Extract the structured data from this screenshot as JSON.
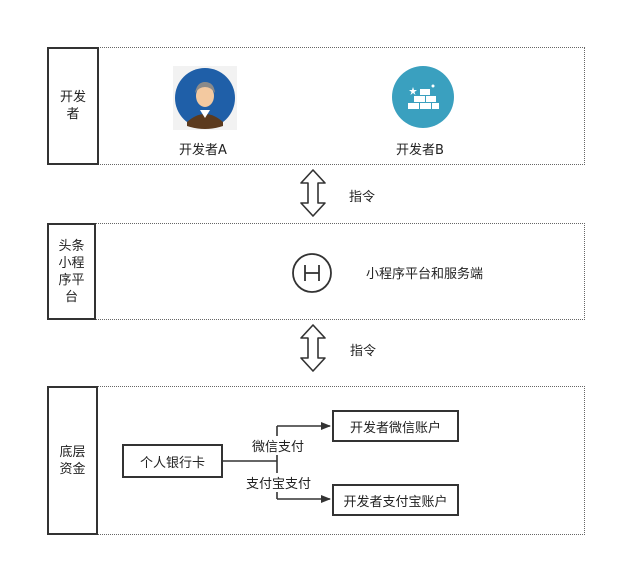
{
  "lanes": {
    "developer": {
      "label_lines": [
        "开发",
        "者"
      ]
    },
    "platform": {
      "label_lines": [
        "头条",
        "小程",
        "序平",
        "台"
      ]
    },
    "funds": {
      "label_lines": [
        "底层",
        "资金"
      ]
    }
  },
  "developers": {
    "a": {
      "name": "开发者A",
      "icon": "person-avatar-icon"
    },
    "b": {
      "name": "开发者B",
      "icon": "gold-bars-avatar-icon"
    }
  },
  "arrows": {
    "upper_label": "指令",
    "lower_label": "指令"
  },
  "platform_node": {
    "icon_glyph": "H",
    "label": "小程序平台和服务端"
  },
  "funds": {
    "source": "个人银行卡",
    "wechat_edge": "微信支付",
    "alipay_edge": "支付宝支付",
    "wechat_target": "开发者微信账户",
    "alipay_target": "开发者支付宝账户"
  },
  "colors": {
    "avatar_a_bg": "#1f5fa8",
    "avatar_b_bg": "#3aa0bf",
    "stroke": "#333333"
  }
}
